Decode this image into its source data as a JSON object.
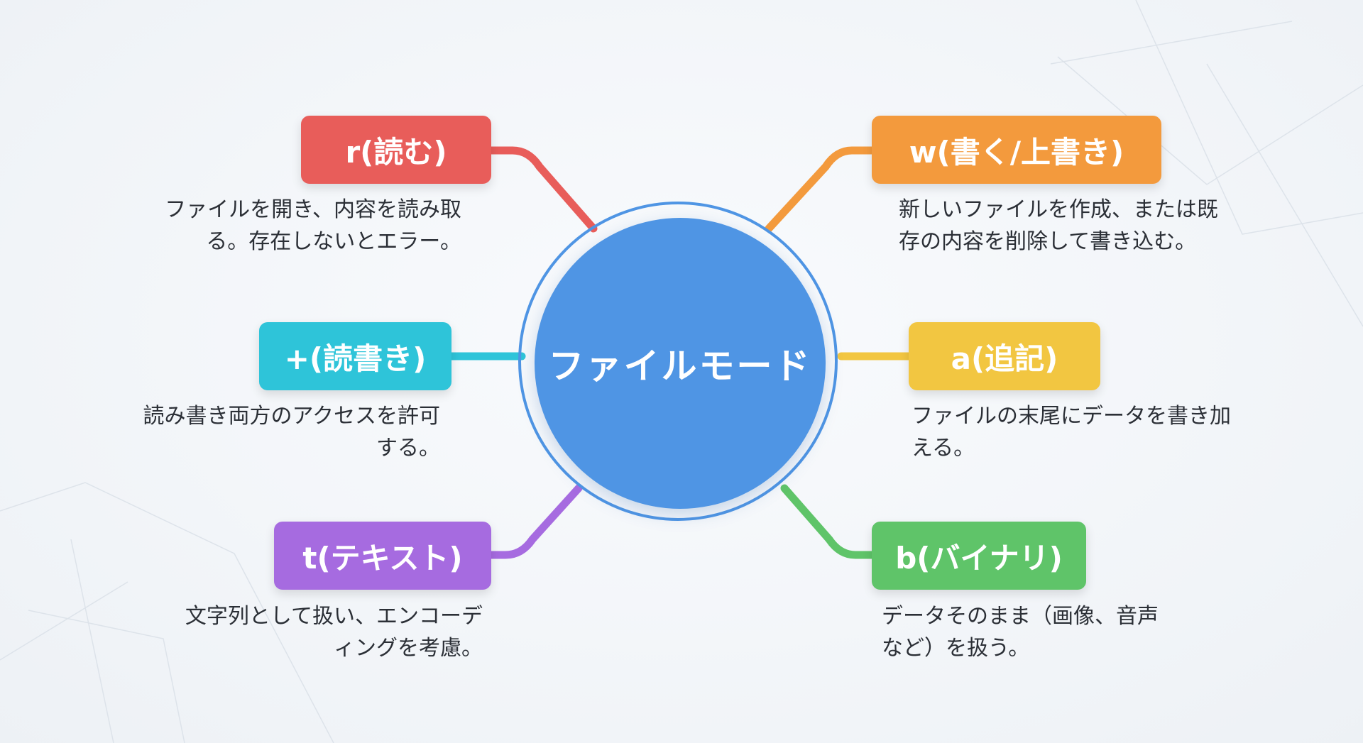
{
  "hub": {
    "label": "ファイルモード",
    "color": "#4f95e4"
  },
  "modes": {
    "r": {
      "label": "r(読む)",
      "color": "#e85d5a",
      "description": "ファイルを開き、内容を読み取\nる。存在しないとエラー。"
    },
    "w": {
      "label": "w(書く/上書き)",
      "color": "#f39a3d",
      "description": "新しいファイルを作成、または既\n存の内容を削除して書き込む。"
    },
    "plus": {
      "label": "+(読書き)",
      "color": "#2ec4d9",
      "description": "読み書き両方のアクセスを許可\nする。"
    },
    "a": {
      "label": "a(追記)",
      "color": "#f2c641",
      "description": "ファイルの末尾にデータを書き加\nえる。"
    },
    "t": {
      "label": "t(テキスト)",
      "color": "#a66be0",
      "description": "文字列として扱い、エンコーデ\nィングを考慮。"
    },
    "b": {
      "label": "b(バイナリ)",
      "color": "#5fc469",
      "description": "データそのまま（画像、音声\nなど）を扱う。"
    }
  }
}
